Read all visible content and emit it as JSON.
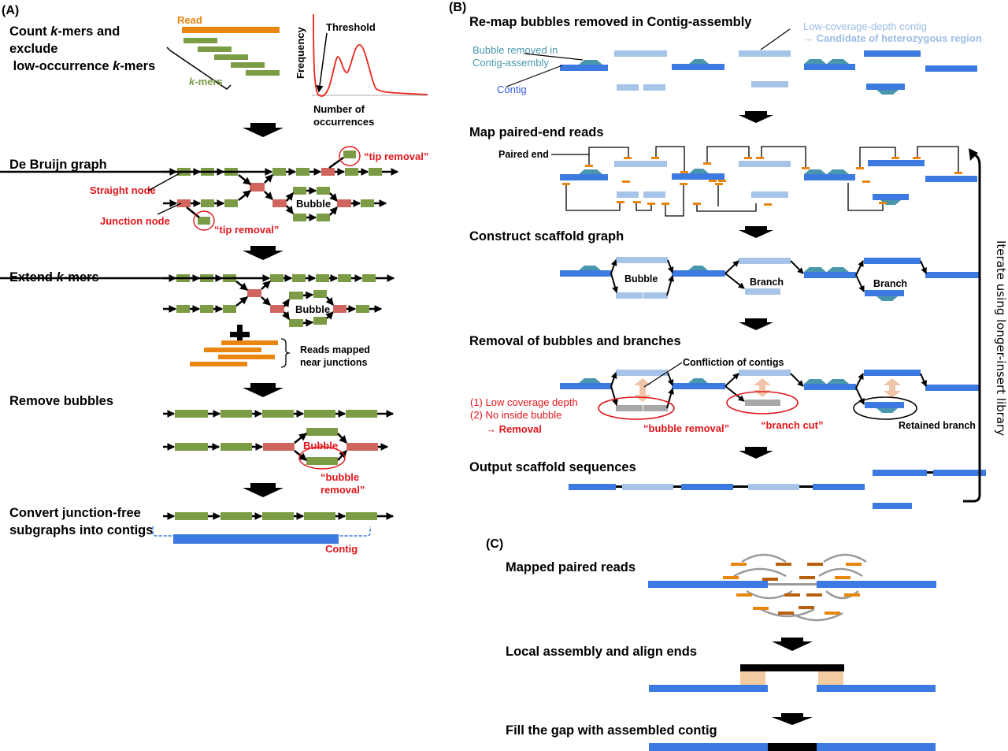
{
  "colors": {
    "kmer_green": "#7c9b45",
    "junction_red": "#d0655f",
    "read_orange": "#e8860f",
    "read_dark_orange": "#b8600f",
    "contig_blue": "#3c79e0",
    "light_blue": "#a6c3e8",
    "bubble_teal": "#4a97ad",
    "annotation_red": "#e0161b",
    "removed_gray": "#a8a8a8",
    "conflict_peach": "#f0c4a8",
    "overlap_tan": "#f2cba0"
  },
  "panel_a": {
    "label": "(A)",
    "step1": {
      "title_line1_pre": "Count ",
      "title_line1_k": "k",
      "title_line1_post": "-mers and",
      "title_line2": "exclude",
      "title_line3_pre": " low-occurrence ",
      "title_line3_k": "k",
      "title_line3_post": "-mers",
      "read_label": "Read",
      "kmers_label_k": "k",
      "kmers_label_post": "-mers",
      "histogram": {
        "ylabel": "Frequency",
        "xlabel_line1": "Number of",
        "xlabel_line2": "occurrences",
        "threshold_label": "Threshold"
      }
    },
    "step2": {
      "title": "De Bruijn graph",
      "straight_node": "Straight node",
      "junction_node": "Junction node",
      "tip_removal_1": "“tip removal”",
      "tip_removal_2": "“tip removal”",
      "bubble": "Bubble"
    },
    "step3": {
      "title_pre": "Extend ",
      "title_k": "k",
      "title_post": "-mers",
      "bubble": "Bubble",
      "reads_line1": "Reads mapped",
      "reads_line2": "near junctions"
    },
    "step4": {
      "title": "Remove bubbles",
      "bubble": "Bubble",
      "bubble_removal_line1": "“bubble",
      "bubble_removal_line2": "removal”"
    },
    "step5": {
      "title_line1": "Convert junction-free",
      "title_line2": "subgraphs into contigs",
      "contig": "Contig"
    }
  },
  "panel_b": {
    "label": "(B)",
    "step1": {
      "title": "Re-map bubbles removed in Contig-assembly",
      "bubble_removed_line1": "Bubble removed in",
      "bubble_removed_line2": "Contig-assembly",
      "contig": "Contig",
      "low_cov_line1": "Low-coverage-depth contig",
      "low_cov_line2": "→ Candidate of heterozygous region"
    },
    "step2": {
      "title": "Map paired-end reads",
      "paired_end": "Paired end"
    },
    "step3": {
      "title": "Construct scaffold graph",
      "bubble": "Bubble",
      "branch1": "Branch",
      "branch2": "Branch"
    },
    "step4": {
      "title": "Removal of bubbles and branches",
      "confliction": "Confliction of contigs",
      "criteria1": "(1) Low coverage depth",
      "criteria2": "(2) No inside bubble",
      "removal": "→ Removal",
      "bubble_removal": "“bubble removal”",
      "branch_cut": "“branch cut”",
      "retained_branch": "Retained branch"
    },
    "step5": {
      "title": "Output scaffold sequences"
    },
    "iterate_label": "Iterate using longer-insert library"
  },
  "panel_c": {
    "label": "(C)",
    "step1": {
      "title": "Mapped paired reads"
    },
    "step2": {
      "title": "Local assembly and align ends"
    },
    "step3": {
      "title": "Fill the gap with assembled contig"
    }
  }
}
